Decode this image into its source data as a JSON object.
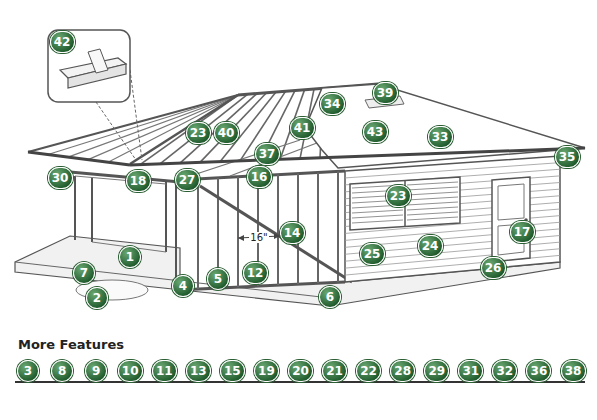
{
  "diagram": {
    "nodes": [
      {
        "text": [
          "42"
        ]
      },
      {
        "text": [
          "39"
        ]
      },
      {
        "text": [
          "34"
        ]
      },
      {
        "text": [
          "41"
        ]
      },
      {
        "text": [
          "43"
        ]
      },
      {
        "text": [
          "33"
        ]
      },
      {
        "text": [
          "23"
        ]
      },
      {
        "text": [
          "40"
        ]
      },
      {
        "text": [
          "37"
        ]
      },
      {
        "text": [
          "35"
        ]
      },
      {
        "text": [
          "16"
        ]
      },
      {
        "text": [
          "30"
        ]
      },
      {
        "text": [
          "18"
        ]
      },
      {
        "text": [
          "27"
        ]
      },
      {
        "text": [
          "23"
        ]
      },
      {
        "text": [
          "17"
        ]
      },
      {
        "text": [
          "14"
        ]
      },
      {
        "text": [
          "24"
        ]
      },
      {
        "text": [
          "25"
        ]
      },
      {
        "text": [
          "1"
        ]
      },
      {
        "text": [
          "26"
        ]
      },
      {
        "text": [
          "12"
        ]
      },
      {
        "text": [
          "7"
        ]
      },
      {
        "text": [
          "5"
        ]
      },
      {
        "text": [
          "4"
        ]
      },
      {
        "text": [
          "2"
        ]
      },
      {
        "text": [
          "6"
        ]
      },
      {
        "text": [
          "3"
        ]
      },
      {
        "text": [
          "8"
        ]
      },
      {
        "text": [
          "9"
        ]
      },
      {
        "text": [
          "10"
        ]
      },
      {
        "text": [
          "11"
        ]
      },
      {
        "text": [
          "13"
        ]
      },
      {
        "text": [
          "15"
        ]
      },
      {
        "text": [
          "19"
        ]
      },
      {
        "text": [
          "20"
        ]
      },
      {
        "text": [
          "21"
        ]
      },
      {
        "text": [
          "22"
        ]
      },
      {
        "text": [
          "28"
        ]
      },
      {
        "text": [
          "29"
        ]
      },
      {
        "text": [
          "31"
        ]
      },
      {
        "text": [
          "32"
        ]
      },
      {
        "text": [
          "36"
        ]
      },
      {
        "text": [
          "38"
        ]
      }
    ],
    "labels": [
      "16\"",
      "More Features"
    ]
  }
}
